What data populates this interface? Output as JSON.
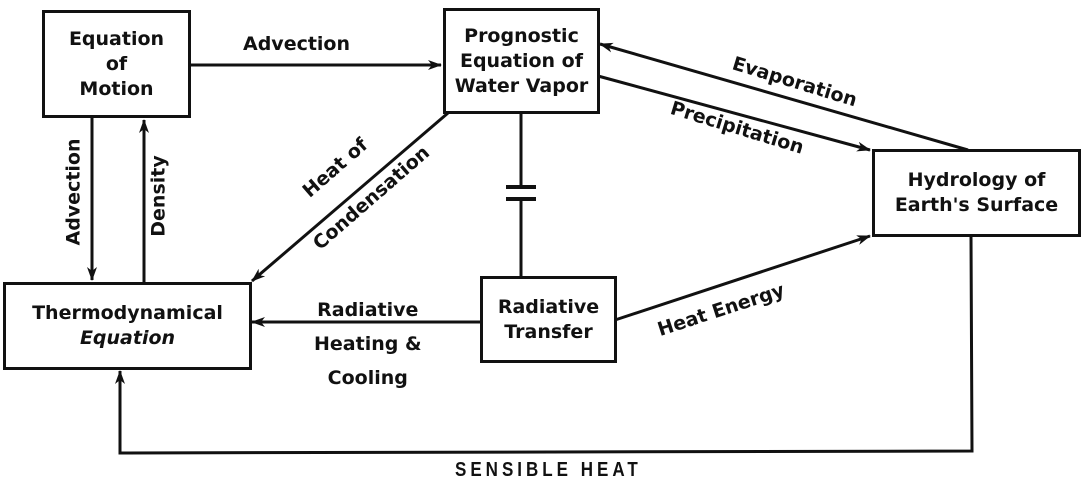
{
  "nodes": {
    "motion": "Equation\nof\nMotion",
    "vapor": "Prognostic\nEquation of\nWater Vapor",
    "hydrology": "Hydrology of\nEarth's Surface",
    "thermo_line1": "Thermodynamical",
    "thermo_line2": "Equation",
    "radiative": "Radiative\nTransfer"
  },
  "edges": {
    "advection_top": "Advection",
    "advection_down": "Advection",
    "density": "Density",
    "heat_of": "Heat of",
    "condensation": "Condensation",
    "evaporation": "Evaporation",
    "precipitation": "Precipitation",
    "radiative_heating": "Radiative\nHeating &\nCooling",
    "heat_energy": "Heat Energy",
    "sensible_heat": "SENSIBLE   HEAT"
  },
  "colors": {
    "ink": "#111111",
    "background": "#ffffff"
  }
}
